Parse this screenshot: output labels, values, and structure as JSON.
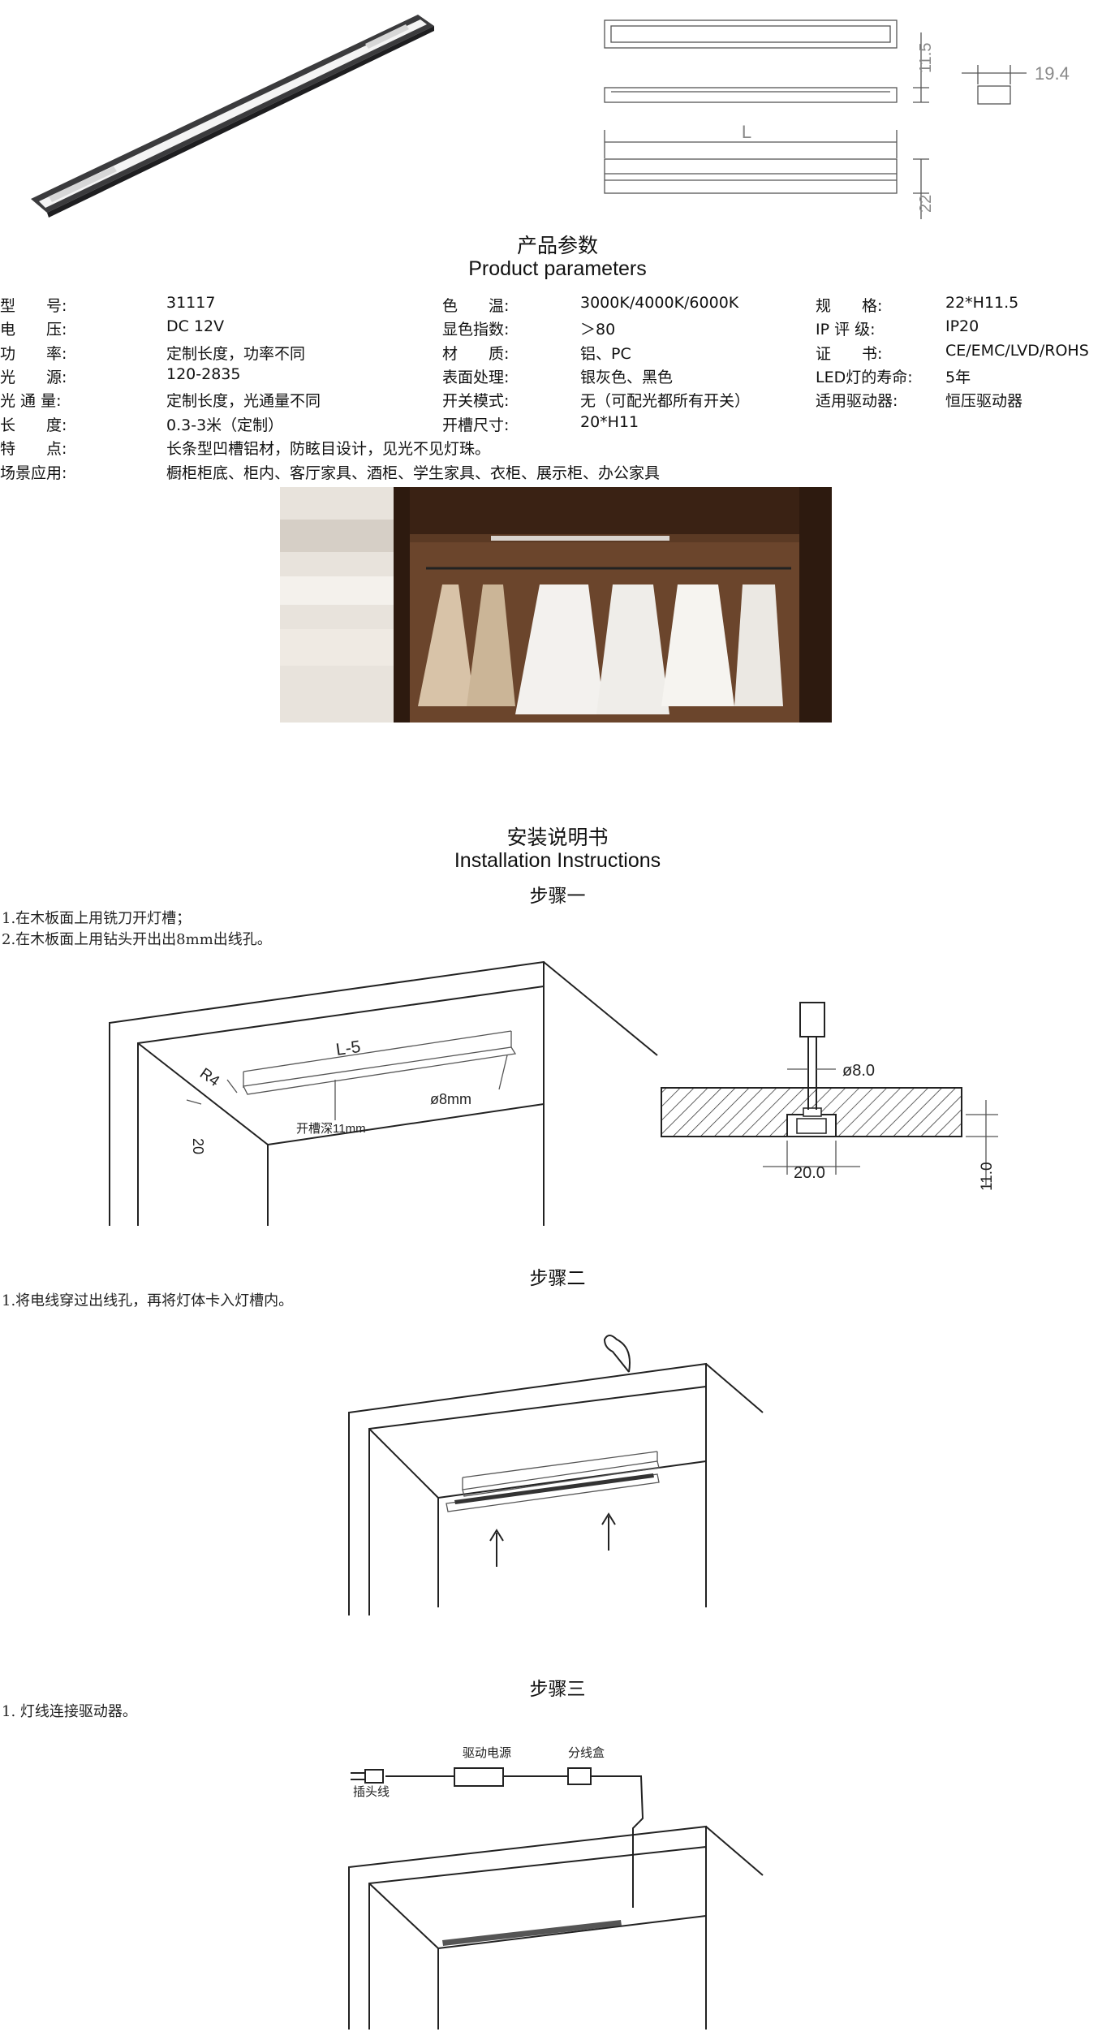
{
  "dimensions": {
    "height": "11.5",
    "width": "19.4",
    "length": "L",
    "depth": "22"
  },
  "section1": {
    "title_cn": "产品参数",
    "title_en": "Product parameters"
  },
  "params": [
    {
      "label": "型　　号:",
      "value": "31117"
    },
    {
      "label": "电　　压:",
      "value": "DC 12V"
    },
    {
      "label": "功　　率:",
      "value": "定制长度，功率不同"
    },
    {
      "label": "光　　源:",
      "value": "120-2835"
    },
    {
      "label": "光 通 量:",
      "value": "定制长度，光通量不同"
    },
    {
      "label": "长　　度:",
      "value": "0.3-3米（定制）"
    },
    {
      "label": "色　　温:",
      "value": "3000K/4000K/6000K"
    },
    {
      "label": "显色指数:",
      "value": "＞80"
    },
    {
      "label": "材　　质:",
      "value": "铝、PC"
    },
    {
      "label": "表面处理:",
      "value": "银灰色、黑色"
    },
    {
      "label": "开关模式:",
      "value": "无（可配光都所有开关）"
    },
    {
      "label": "开槽尺寸:",
      "value": "20*H11"
    },
    {
      "label": "规　　格:",
      "value": "22*H11.5"
    },
    {
      "label": "IP 评 级:",
      "value": "IP20"
    },
    {
      "label": "证　　书:",
      "value": "CE/EMC/LVD/ROHS"
    },
    {
      "label": "LED灯的寿命:",
      "value": "5年"
    },
    {
      "label": "适用驱动器:",
      "value": "恒压驱动器"
    }
  ],
  "features": {
    "label": "特　　点:",
    "value": "长条型凹槽铝材，防眩目设计，见光不见灯珠。"
  },
  "applications": {
    "label": "场景应用:",
    "value": "橱柜柜底、柜内、客厅家具、酒柜、学生家具、衣柜、展示柜、办公家具"
  },
  "section2": {
    "title_cn": "安装说明书",
    "title_en": "Installation Instructions"
  },
  "step1": {
    "title": "步骤一",
    "notes": [
      "1.在木板面上用铣刀开灯槽；",
      "2.在木板面上用钻头开出出8mm出线孔。"
    ],
    "labels": {
      "r4": "R4",
      "l5": "L-5",
      "hole": "ø8mm",
      "depth": "开槽深11mm",
      "edge": "20",
      "dia": "ø8.0",
      "slot_w": "20.0",
      "slot_h": "11.0"
    }
  },
  "step2": {
    "title": "步骤二",
    "notes": [
      "1.将电线穿过出线孔，再将灯体卡入灯槽内。"
    ]
  },
  "step3": {
    "title": "步骤三",
    "notes": [
      "1. 灯线连接驱动器。"
    ],
    "labels": {
      "driver": "驱动电源",
      "junction": "分线盒",
      "plug": "插头线"
    }
  }
}
